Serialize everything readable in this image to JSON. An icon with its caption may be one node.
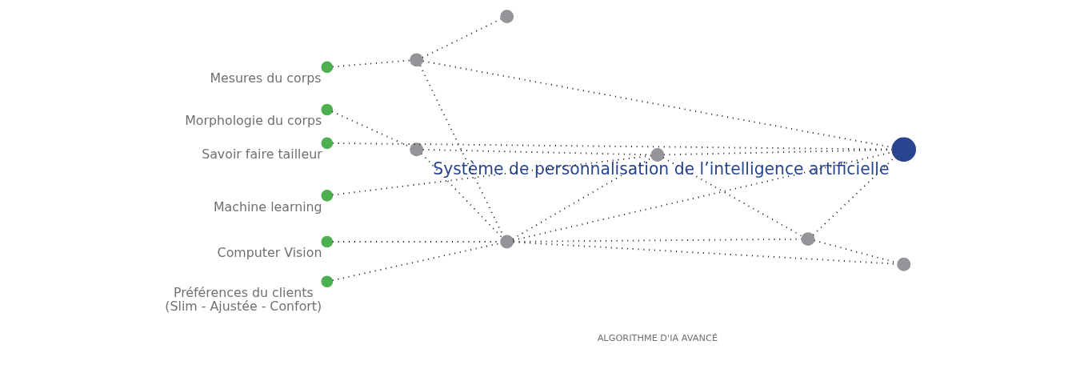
{
  "diagram": {
    "nodes": [
      {
        "text": [],
        "shape": "circle",
        "beside": [
          "Mesures du corps"
        ]
      },
      {
        "text": [],
        "shape": "circle",
        "beside": [
          "Morphologie du corps"
        ]
      },
      {
        "text": [],
        "shape": "circle",
        "beside": [
          "Savoir faire tailleur"
        ]
      },
      {
        "text": [],
        "shape": "circle",
        "beside": [
          "Machine learning"
        ]
      },
      {
        "text": [],
        "shape": "circle",
        "beside": [
          "Computer Vision"
        ]
      },
      {
        "text": [],
        "shape": "circle",
        "beside": [
          "Préférences du clients",
          "(Slim - Ajustée - Confort)"
        ]
      },
      {
        "text": [],
        "shape": "circle"
      },
      {
        "text": [],
        "shape": "circle"
      },
      {
        "text": [],
        "shape": "circle"
      },
      {
        "text": [],
        "shape": "circle"
      },
      {
        "text": [],
        "shape": "circle"
      },
      {
        "text": [],
        "shape": "circle"
      },
      {
        "text": [],
        "shape": "circle"
      },
      {
        "text": [],
        "shape": "circle",
        "beside": [
          "Système de personnalisation de l’intelligence artificielle"
        ]
      }
    ],
    "edges": [
      {
        "from": 0,
        "to": 7,
        "arrow": "none"
      },
      {
        "from": 1,
        "to": 6,
        "arrow": "none"
      },
      {
        "from": 2,
        "to": 13,
        "arrow": "none"
      },
      {
        "from": 3,
        "to": 8,
        "arrow": "none"
      },
      {
        "from": 4,
        "to": 10,
        "arrow": "none"
      },
      {
        "from": 5,
        "to": 10,
        "arrow": "none"
      },
      {
        "from": 6,
        "to": 8,
        "arrow": "none"
      },
      {
        "from": 6,
        "to": 10,
        "arrow": "none"
      },
      {
        "from": 7,
        "to": 13,
        "arrow": "none"
      },
      {
        "from": 7,
        "to": 9,
        "arrow": "none"
      },
      {
        "from": 7,
        "to": 10,
        "arrow": "none"
      },
      {
        "from": 8,
        "to": 13,
        "arrow": "none"
      },
      {
        "from": 8,
        "to": 11,
        "arrow": "none"
      },
      {
        "from": 10,
        "to": 8,
        "arrow": "none"
      },
      {
        "from": 10,
        "to": 11,
        "arrow": "none"
      },
      {
        "from": 10,
        "to": 12,
        "arrow": "none"
      },
      {
        "from": 10,
        "to": 13,
        "arrow": "none"
      },
      {
        "from": 11,
        "to": 12,
        "arrow": "none"
      },
      {
        "from": 11,
        "to": 13,
        "arrow": "none"
      }
    ],
    "labels": [
      "ALGORITHME D'IA AVANCÉ"
    ]
  }
}
